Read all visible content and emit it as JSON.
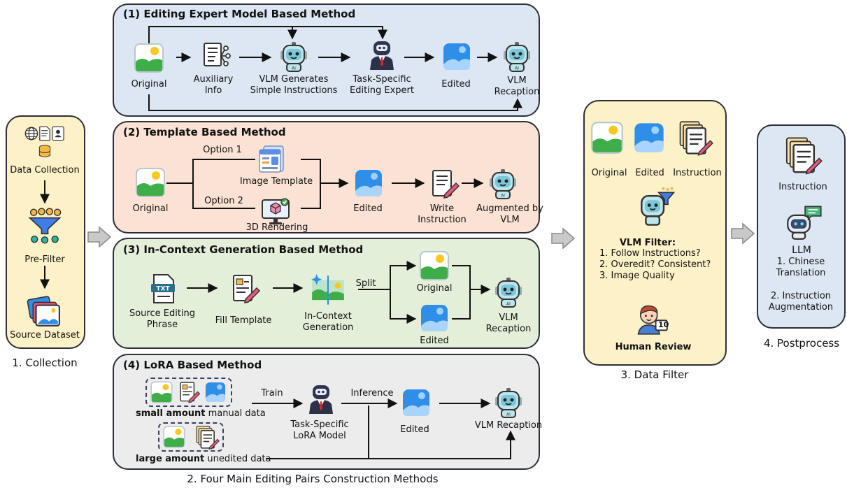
{
  "colors": {
    "panel1": "#dde7f3",
    "panel2": "#fbe2d5",
    "panel3": "#e3efd9",
    "panel4": "#ececec",
    "collection": "#fdf1c8",
    "filter": "#fdf1c8",
    "postprocess": "#dde7f3",
    "border": "#2b2f3a",
    "arrow_gray": "#c9c9c9"
  },
  "collection": {
    "data_collection": "Data Collection",
    "pre_filter": "Pre-Filter",
    "source_dataset": "Source Dataset",
    "caption": "1. Collection"
  },
  "methods_caption": "2. Four Main Editing Pairs Construction Methods",
  "m1": {
    "title": "(1) Editing Expert Model Based Method",
    "original": "Original",
    "aux1": "Auxiliary",
    "aux2": "Info",
    "vlm1": "VLM Generates",
    "vlm2": "Simple Instructions",
    "expert1": "Task-Specific",
    "expert2": "Editing Expert",
    "edited": "Edited",
    "recap1": "VLM",
    "recap2": "Recaption"
  },
  "m2": {
    "title": "(2) Template Based Method",
    "original": "Original",
    "option1": "Option 1",
    "option2": "Option 2",
    "image_template": "Image Template",
    "rendering": "3D Rendering",
    "edited": "Edited",
    "write1": "Write",
    "write2": "Instruction",
    "aug1": "Augmented by",
    "aug2": "VLM"
  },
  "m3": {
    "title": "(3) In-Context Generation Based Method",
    "src1": "Source Editing",
    "src2": "Phrase",
    "fill": "Fill Template",
    "icg1": "In-Context",
    "icg2": "Generation",
    "split": "Split",
    "original": "Original",
    "edited": "Edited",
    "recap1": "VLM",
    "recap2": "Recaption",
    "txt_tag": "TXT"
  },
  "m4": {
    "title": "(4) LoRA Based Method",
    "small_bold": "small amount",
    "small_rest": " manual data",
    "large_bold": "large amount",
    "large_rest": " unedited data",
    "train": "Train",
    "inference": "Inference",
    "lora1": "Task-Specific",
    "lora2": "LoRA Model",
    "edited": "Edited",
    "recap": "VLM Recaption"
  },
  "filter": {
    "original": "Original",
    "edited": "Edited",
    "instruction": "Instruction",
    "vlm_filter": "VLM Filter:",
    "q1": "1. Follow Instructions?",
    "q2": "2. Overedit? Consistent?",
    "q3": "3. Image Quality",
    "score": "10",
    "human": "Human Review",
    "caption": "3. Data Filter"
  },
  "post": {
    "instruction": "Instruction",
    "llm": "LLM",
    "s1a": "1. Chinese",
    "s1b": "Translation",
    "s2a": "2. Instruction",
    "s2b": "Augmentation",
    "caption": "4. Postprocess"
  },
  "icons": [
    "landscape-photo-icon",
    "document-network-icon",
    "robot-icon",
    "robot-expert-icon",
    "blue-image-icon",
    "image-template-icon",
    "3d-render-icon",
    "write-instruction-icon",
    "txt-file-icon",
    "fill-template-icon",
    "in-context-icon",
    "globe-icon",
    "database-icon",
    "funnel-icon",
    "photo-stack-icon",
    "instruction-stack-icon",
    "robot-funnel-icon",
    "human-review-icon",
    "chat-robot-icon"
  ]
}
